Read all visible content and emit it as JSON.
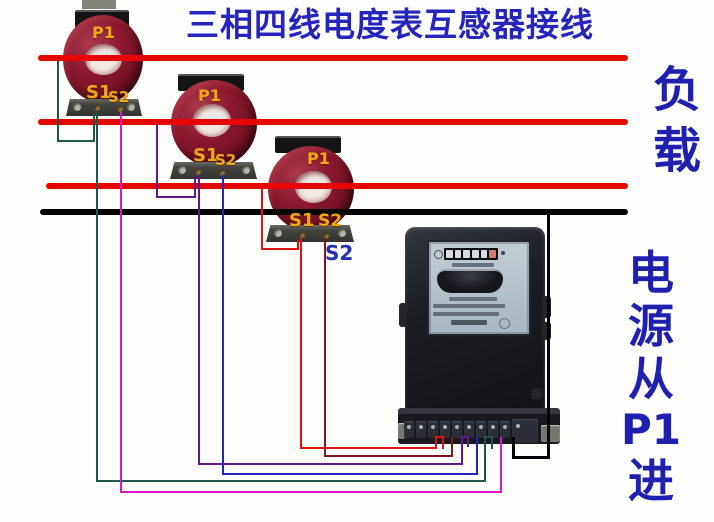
{
  "title": "三相四线电度表互感器接线",
  "right_labels": {
    "load": [
      "负",
      "载"
    ],
    "source": [
      "电",
      "源",
      "从",
      "P1",
      "进"
    ]
  },
  "buses": [
    {
      "name": "phase-1",
      "color": "#e60404"
    },
    {
      "name": "phase-2",
      "color": "#e60404"
    },
    {
      "name": "phase-3",
      "color": "#e60404"
    },
    {
      "name": "neutral",
      "color": "#050505"
    }
  ],
  "transformers": [
    {
      "id": "ct-1",
      "primary_label": "P1",
      "s1_label": "S1",
      "s2_label": "S2",
      "tap_wire_color": "#21564a",
      "s1_wire_color": "#21564a",
      "s2_wire_color": "#dd16ce"
    },
    {
      "id": "ct-2",
      "primary_label": "P1",
      "s1_label": "S1",
      "s2_label": "S2",
      "tap_wire_color": "#5e1890",
      "s1_wire_color": "#5e1890",
      "s2_wire_color": "#2424c0"
    },
    {
      "id": "ct-3",
      "primary_label": "P1",
      "s1_label": "S1",
      "s2_label": "S2",
      "extra_s2_label": "S2",
      "tap_wire_color": "#e31212",
      "s1_wire_color": "#e31212",
      "s2_wire_color": "#7a1a1a"
    }
  ],
  "colors": {
    "title_blue": "#2525bd",
    "label_blue": "#2430b4",
    "ct_label_yellow": "#f0a816",
    "phase_red": "#e60404",
    "neutral_black": "#050505"
  }
}
